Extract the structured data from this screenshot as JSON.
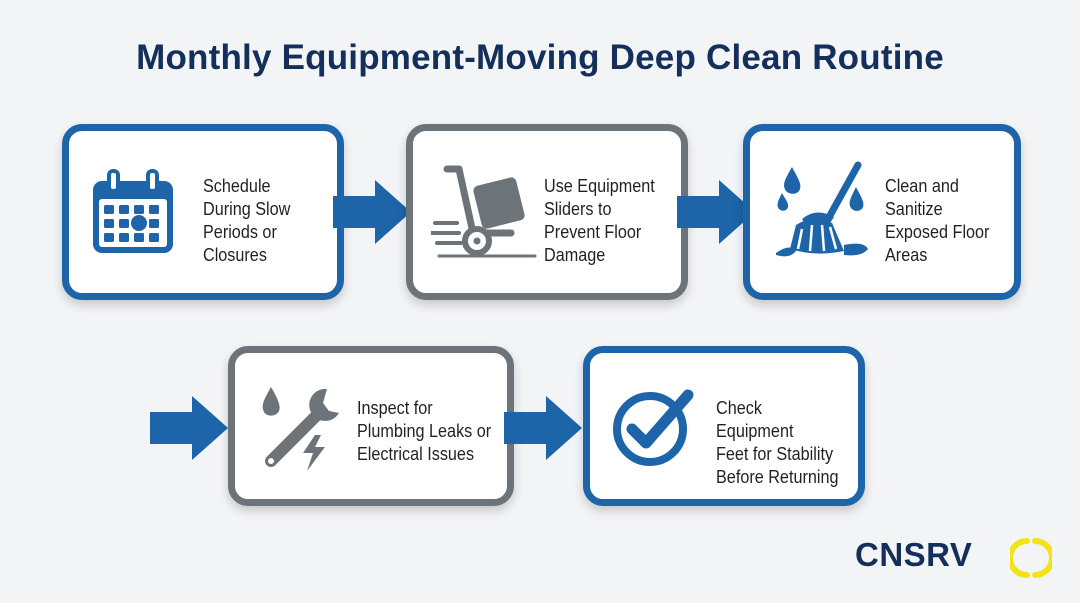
{
  "title": "Monthly Equipment-Moving Deep Clean Routine",
  "steps": [
    {
      "label": "Schedule\nDuring Slow\nPeriods or\nClosures",
      "icon": "calendar-icon"
    },
    {
      "label": "Use Equipment\nSliders to\nPrevent Floor\nDamage",
      "icon": "hand-truck-icon"
    },
    {
      "label": "Clean and\nSanitize\nExposed Floor\nAreas",
      "icon": "mop-icon"
    },
    {
      "label": "Inspect for\nPlumbing Leaks or\nElectrical Issues",
      "icon": "wrench-drop-bolt-icon"
    },
    {
      "label": "Check Equipment\nFeet for Stability\nBefore Returning",
      "icon": "check-circle-icon"
    }
  ],
  "logo": {
    "text": "CNSRV"
  },
  "colors": {
    "blue": "#1d64a9",
    "gray": "#6c7379",
    "navy": "#14305a",
    "logo_accent": "#f2e21a"
  }
}
